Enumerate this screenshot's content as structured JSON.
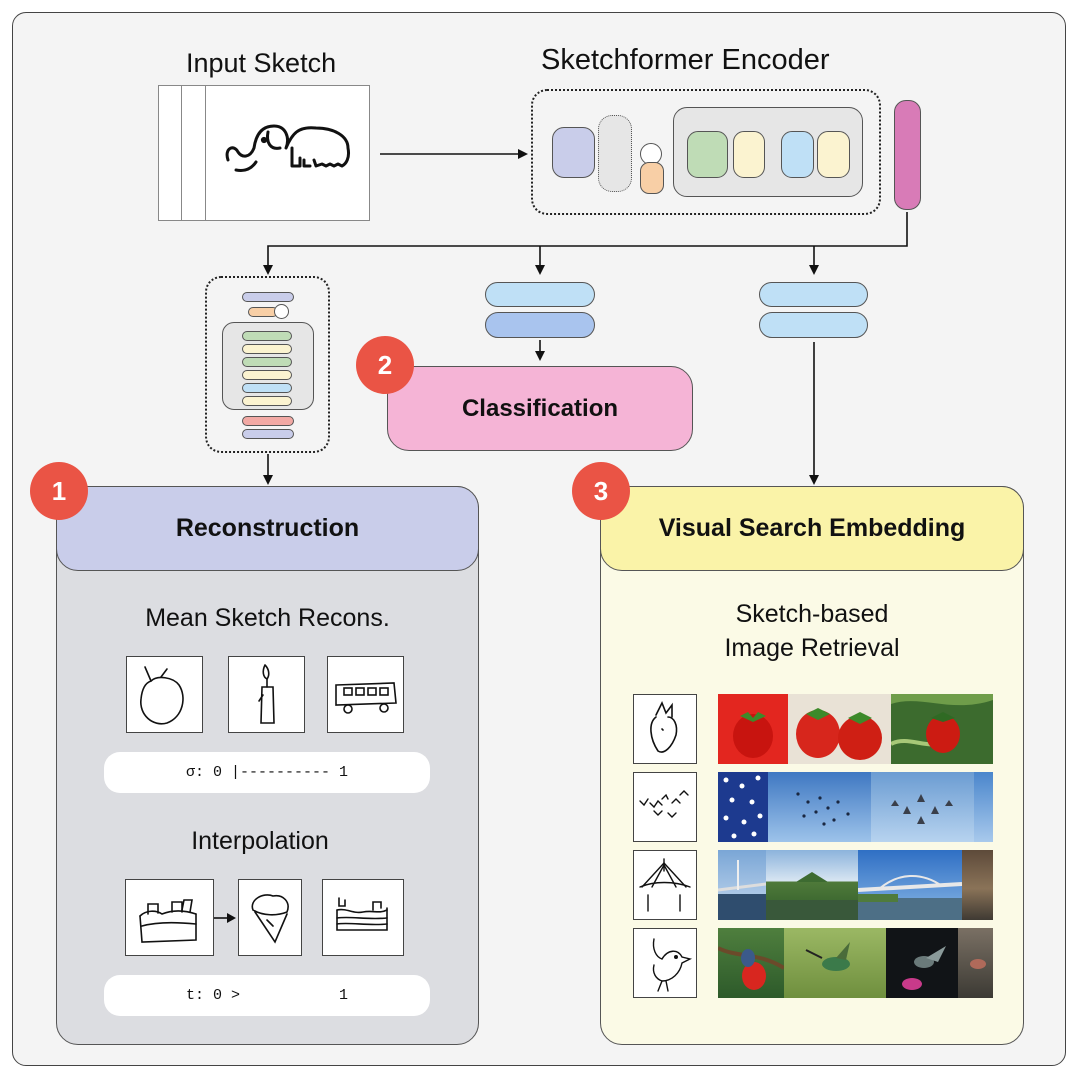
{
  "input_sketch": {
    "title": "Input Sketch"
  },
  "encoder": {
    "title": "Sketchformer Encoder"
  },
  "classification": {
    "badge": "2",
    "label": "Classification"
  },
  "reconstruction": {
    "badge": "1",
    "label": "Reconstruction",
    "mean_title": "Mean Sketch Recons.",
    "sigma_slider": "σ: 0 |---------- 1",
    "interp_title": "Interpolation",
    "t_slider": "t: 0 >           1"
  },
  "visual_search": {
    "badge": "3",
    "label": "Visual Search Embedding",
    "sub_title_line1": "Sketch-based",
    "sub_title_line2": "Image Retrieval"
  },
  "colors": {
    "lavender": "#c9cdea",
    "gray_block": "#e6e6e6",
    "peach": "#f8cfa6",
    "green": "#bfdcb6",
    "cream": "#fbf3d0",
    "sky": "#bfe0f6",
    "magenta": "#d87bb7",
    "pink": "#f5b4d6",
    "yellow": "#faf3a8",
    "recon_bg": "#dcdde1",
    "search_bg": "#fbfae6",
    "badge_red": "#ea5445"
  }
}
